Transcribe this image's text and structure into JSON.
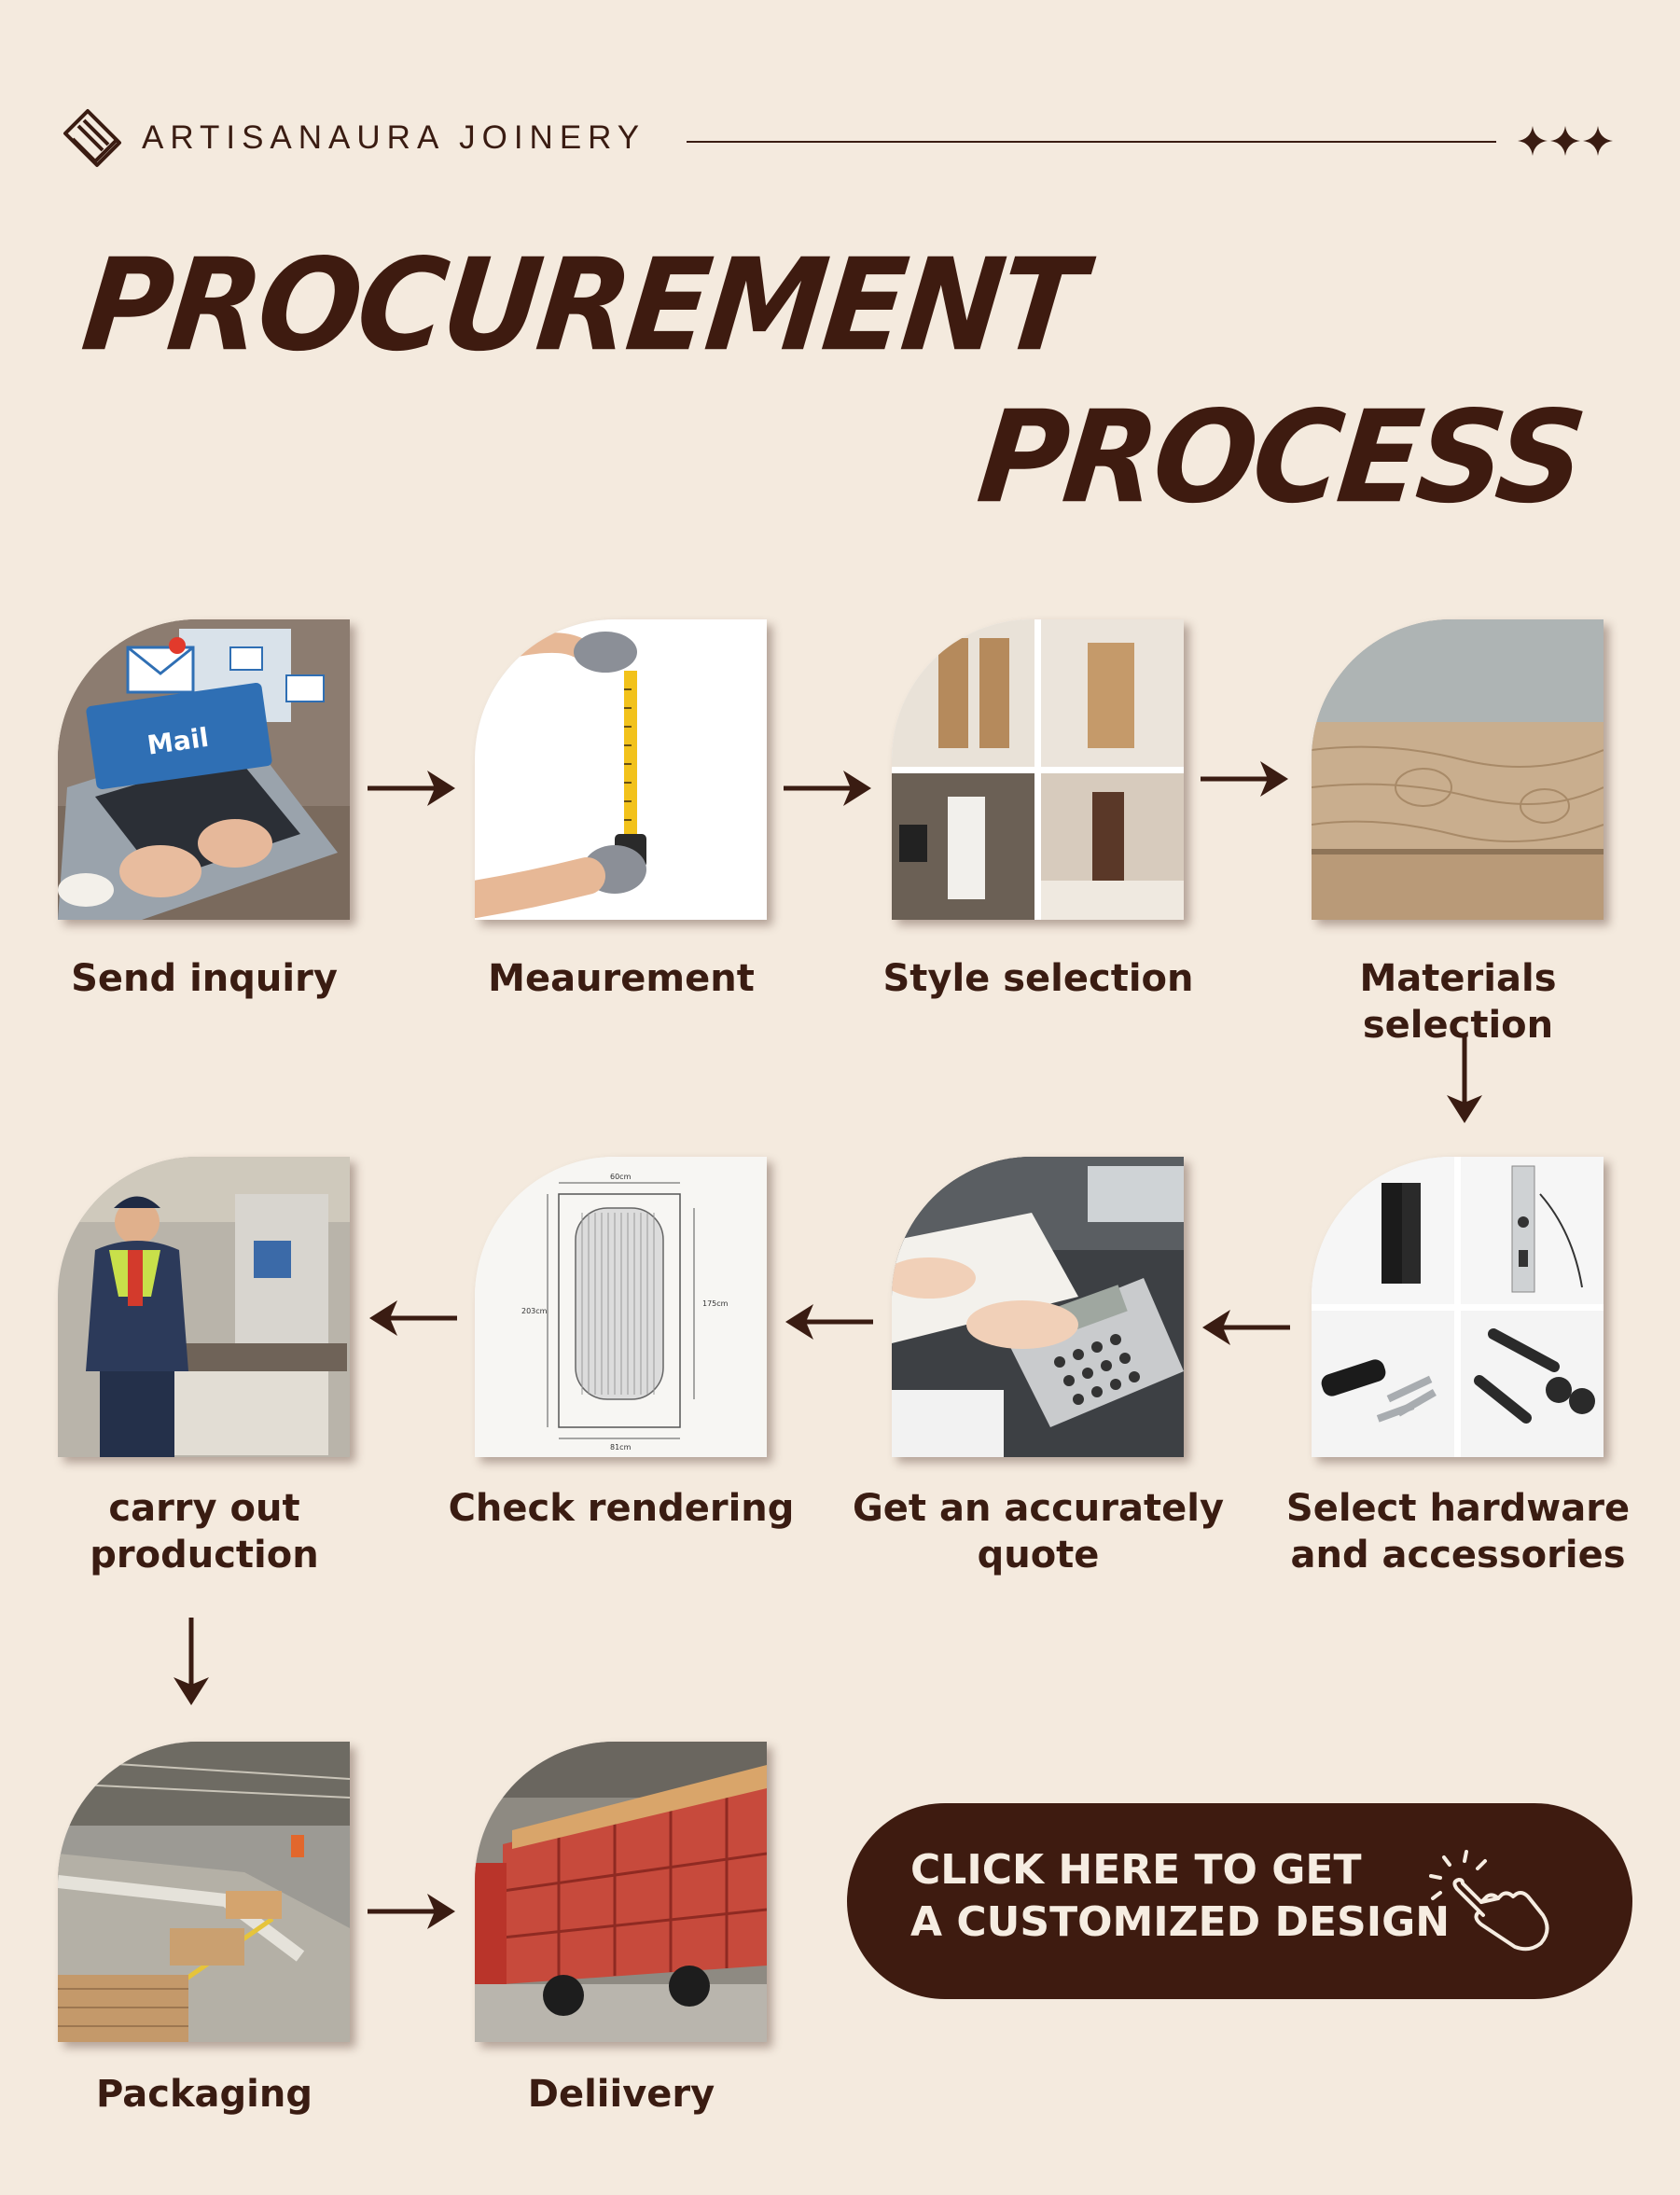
{
  "header": {
    "brand": "ARTISANAURA JOINERY",
    "logo_icon": "diamond-logo-icon",
    "decoration_icon": "three-stars-icon"
  },
  "title": {
    "line1": "PROCUREMENT",
    "line2": "PROCESS"
  },
  "steps": [
    {
      "label": "Send inquiry",
      "image": "laptop-mail-photo"
    },
    {
      "label": "Meaurement",
      "image": "tape-measure-photo"
    },
    {
      "label": "Style selection",
      "image": "door-styles-collage"
    },
    {
      "label": "Materials selection",
      "image": "wood-board-photo"
    },
    {
      "label": "Select hardware and accessories",
      "image": "hardware-collage"
    },
    {
      "label": "Get an accurately quote",
      "image": "calculator-photo"
    },
    {
      "label": "Check rendering",
      "image": "door-drawing"
    },
    {
      "label": "carry out production",
      "image": "factory-worker-photo"
    },
    {
      "label": "Packaging",
      "image": "packaging-line-photo"
    },
    {
      "label": "Deliivery",
      "image": "delivery-truck-photo"
    }
  ],
  "drawing": {
    "top_dim": "60cm",
    "bottom_dim": "81cm",
    "left_dim": "203cm",
    "right_dim": "175cm"
  },
  "cta": {
    "line1": "CLICK HERE TO GET",
    "line2": "A CUSTOMIZED DESIGN",
    "icon": "pointing-hand-icon"
  },
  "colors": {
    "background": "#f4eade",
    "accent": "#3e1b10"
  }
}
